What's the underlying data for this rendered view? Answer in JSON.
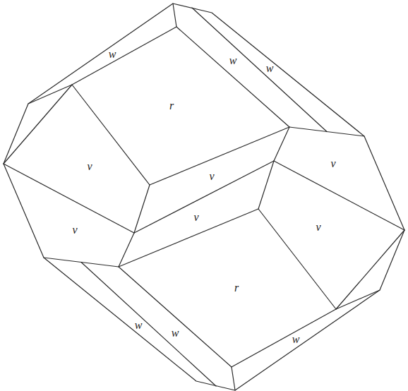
{
  "diagram": {
    "labels": [
      "w",
      "w",
      "w",
      "r",
      "v",
      "v",
      "v",
      "v",
      "v",
      "v",
      "r",
      "w",
      "w",
      "w"
    ]
  }
}
